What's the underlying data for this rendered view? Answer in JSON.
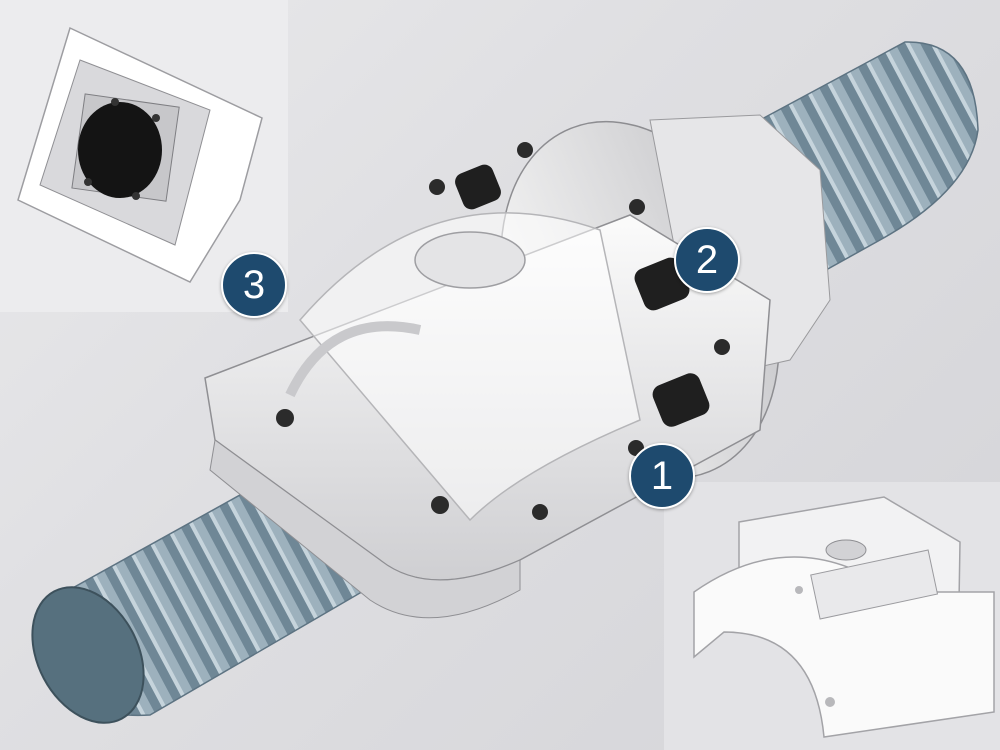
{
  "callouts": {
    "one": "1",
    "two": "2",
    "three": "3"
  },
  "colors": {
    "callout_fill": "#1e4a6e",
    "callout_text": "#ffffff",
    "screw_thread": "#8fa6b4",
    "nut_body": "#f2f2f2",
    "bolt_dark": "#2b2b2b",
    "background": "#dcdcdf"
  },
  "icons": {
    "part_inset_1": "half-shell-bracket",
    "part_inset_3": "box-mount-with-sensor",
    "main_assembly": "ball-screw-nut-with-clamp"
  }
}
